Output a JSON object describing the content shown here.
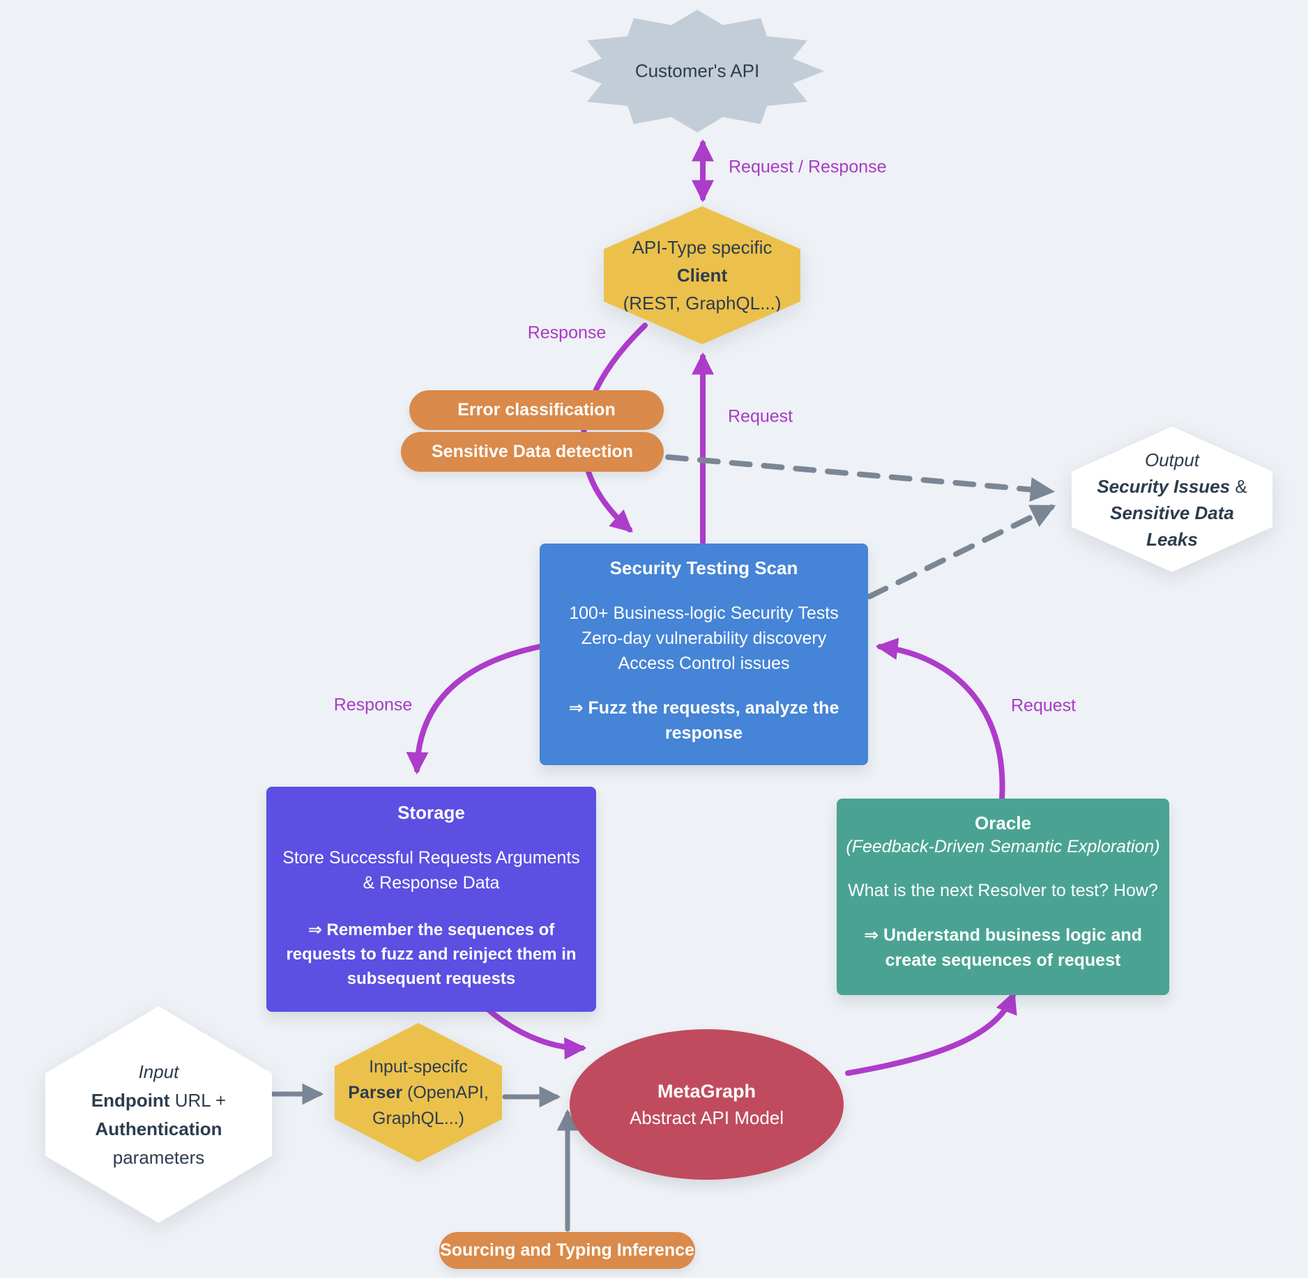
{
  "colors": {
    "background": "#eef1f5",
    "cloud_gray": "#c3cdd7",
    "yellow": "#ecc14b",
    "orange": "#da8a4a",
    "blue": "#4584d6",
    "indigo": "#5c4fe2",
    "teal": "#4aa392",
    "crimson": "#c04b5e",
    "purple_arrow": "#ad3cca",
    "gray_arrow": "#7b8695",
    "dark_text": "#2d3c4e",
    "white": "#ffffff"
  },
  "nodes": {
    "cloud": {
      "label": "Customer's API"
    },
    "client": {
      "line1": "API-Type specific",
      "line2_bold": "Client",
      "line3": "(REST, GraphQL...)"
    },
    "error_pill": {
      "label": "Error classification"
    },
    "sensitive_pill": {
      "label": "Sensitive Data detection"
    },
    "scan": {
      "title": "Security Testing Scan",
      "body1": "100+ Business-logic Security Tests",
      "body2": "Zero-day vulnerability discovery",
      "body3": "Access Control issues",
      "emphasis": "⇒ Fuzz the requests, analyze the response"
    },
    "output": {
      "line1": "Output",
      "line2_bold": "Security Issues",
      "line2_rest": " &",
      "line3_bold": "Sensitive Data",
      "line4_bold": "Leaks"
    },
    "storage": {
      "title": "Storage",
      "body": "Store Successful Requests Arguments & Response Data",
      "emphasis": "⇒ Remember the sequences of requests to fuzz and reinject them in subsequent requests"
    },
    "oracle": {
      "title": "Oracle",
      "subtitle": "(Feedback-Driven Semantic Exploration)",
      "body": "What is the next Resolver to test? How?",
      "emphasis": "⇒ Understand business logic and create sequences of request"
    },
    "input": {
      "line1": "Input",
      "line2_bold": "Endpoint",
      "line2_rest": " URL +",
      "line3_bold": "Authentication",
      "line4": "parameters"
    },
    "parser": {
      "line1": "Input-specifc",
      "line2_bold": "Parser",
      "line2_rest": " (OpenAPI,",
      "line3": "GraphQL...)"
    },
    "metagraph": {
      "title": "MetaGraph",
      "subtitle": "Abstract API Model"
    },
    "sourcing_pill": {
      "label": "Sourcing and Typing Inference"
    }
  },
  "edge_labels": {
    "request_response": "Request / Response",
    "response_client": "Response",
    "request_client": "Request",
    "response_storage": "Response",
    "request_oracle": "Request"
  }
}
